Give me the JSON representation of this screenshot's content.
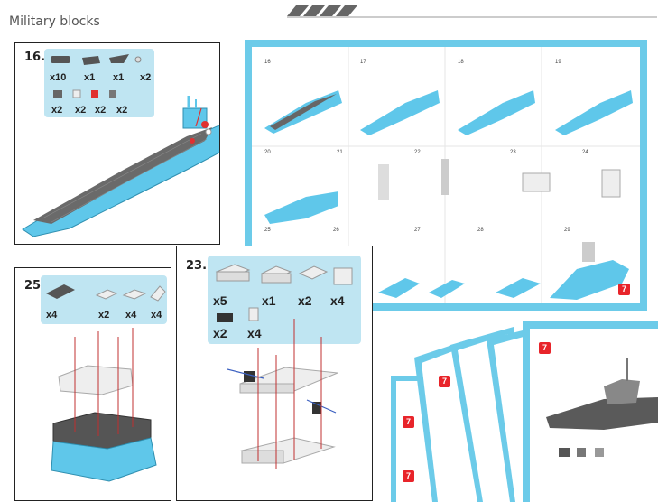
{
  "header": {
    "title": "Military blocks"
  },
  "panel16": {
    "step": "16.",
    "counts": [
      "x10",
      "x1",
      "x1",
      "x2",
      "x2",
      "x2",
      "x2",
      "x2"
    ]
  },
  "panel25": {
    "step": "25.",
    "counts": [
      "x4",
      "x2",
      "x4",
      "x4"
    ]
  },
  "panel23": {
    "step": "23.",
    "counts": [
      "x5",
      "x1",
      "x2",
      "x4",
      "x2",
      "x4"
    ]
  },
  "sheet": {
    "steps": [
      "16",
      "17",
      "18",
      "19",
      "20",
      "21",
      "22",
      "23",
      "24",
      "25",
      "26",
      "27",
      "28",
      "29"
    ],
    "page": "7"
  },
  "fan_pages": {
    "page": "7"
  },
  "colors": {
    "accent": "#6ccbe9",
    "ship": "#5fc7ea",
    "deck": "#6a6a6a",
    "badge": "#e8242a"
  }
}
